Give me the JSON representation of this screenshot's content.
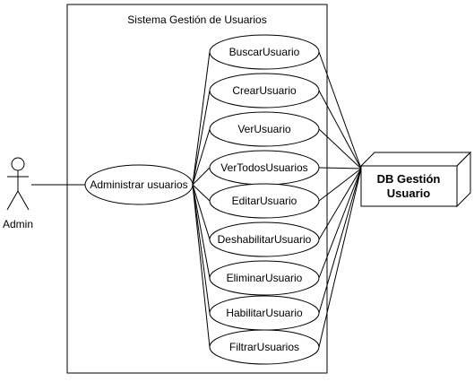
{
  "system": {
    "title": "Sistema Gestión de Usuarios"
  },
  "actor": {
    "label": "Admin"
  },
  "main_use_case": {
    "label": "Administrar usuarios"
  },
  "use_cases": [
    {
      "label": "BuscarUsuario"
    },
    {
      "label": "CrearUsuario"
    },
    {
      "label": "VerUsuario"
    },
    {
      "label": "VerTodosUsuarios"
    },
    {
      "label": "EditarUsuario"
    },
    {
      "label": "DeshabilitarUsuario"
    },
    {
      "label": "EliminarUsuario"
    },
    {
      "label": "HabilitarUsuario"
    },
    {
      "label": "FiltrarUsuarios"
    }
  ],
  "database": {
    "line1": "DB Gestión",
    "line2": "Usuario"
  }
}
